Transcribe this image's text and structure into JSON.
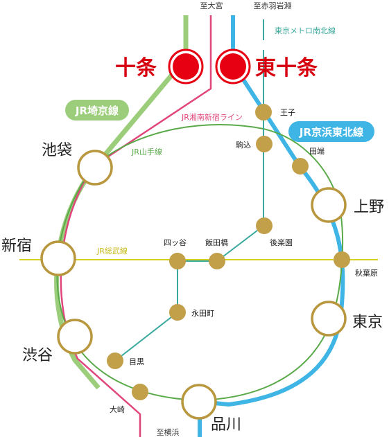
{
  "destinations": {
    "omiya": "至大宮",
    "akabane_iwabuchi": "至赤羽岩淵",
    "yokohama": "至横浜"
  },
  "line_names": {
    "metro_nanboku": "東京メトロ南北線",
    "saikyo": "JR埼京線",
    "shonan_shinjuku": "JR湘南新宿ライン",
    "keihin_tohoku": "JR京浜東北線",
    "yamanote": "JR山手線",
    "sobu": "JR総武線"
  },
  "stations": {
    "jujo": "十条",
    "higashi_jujo": "東十条",
    "oji": "王子",
    "komagome": "駒込",
    "tabata": "田端",
    "ikebukuro": "池袋",
    "ueno": "上野",
    "korakuen": "後楽園",
    "shinjuku": "新宿",
    "yotsuya": "四ッ谷",
    "iidabashi": "飯田橋",
    "akihabara": "秋葉原",
    "nagatacho": "永田町",
    "shibuya": "渋谷",
    "tokyo": "東京",
    "meguro": "目黒",
    "osaki": "大崎",
    "shinagawa": "品川"
  },
  "colors": {
    "saikyo": "#9bcd7a",
    "shonan_shinjuku": "#e0457b",
    "keihin_tohoku": "#3fb5e6",
    "yamanote": "#5aaa4a",
    "sobu": "#d6cf1e",
    "nanboku": "#3aa99d",
    "station_fill": "#c2a04a",
    "station_ring": "#b8973e",
    "highlight_station": "#e60012",
    "highlight_text": "#d7000f"
  }
}
